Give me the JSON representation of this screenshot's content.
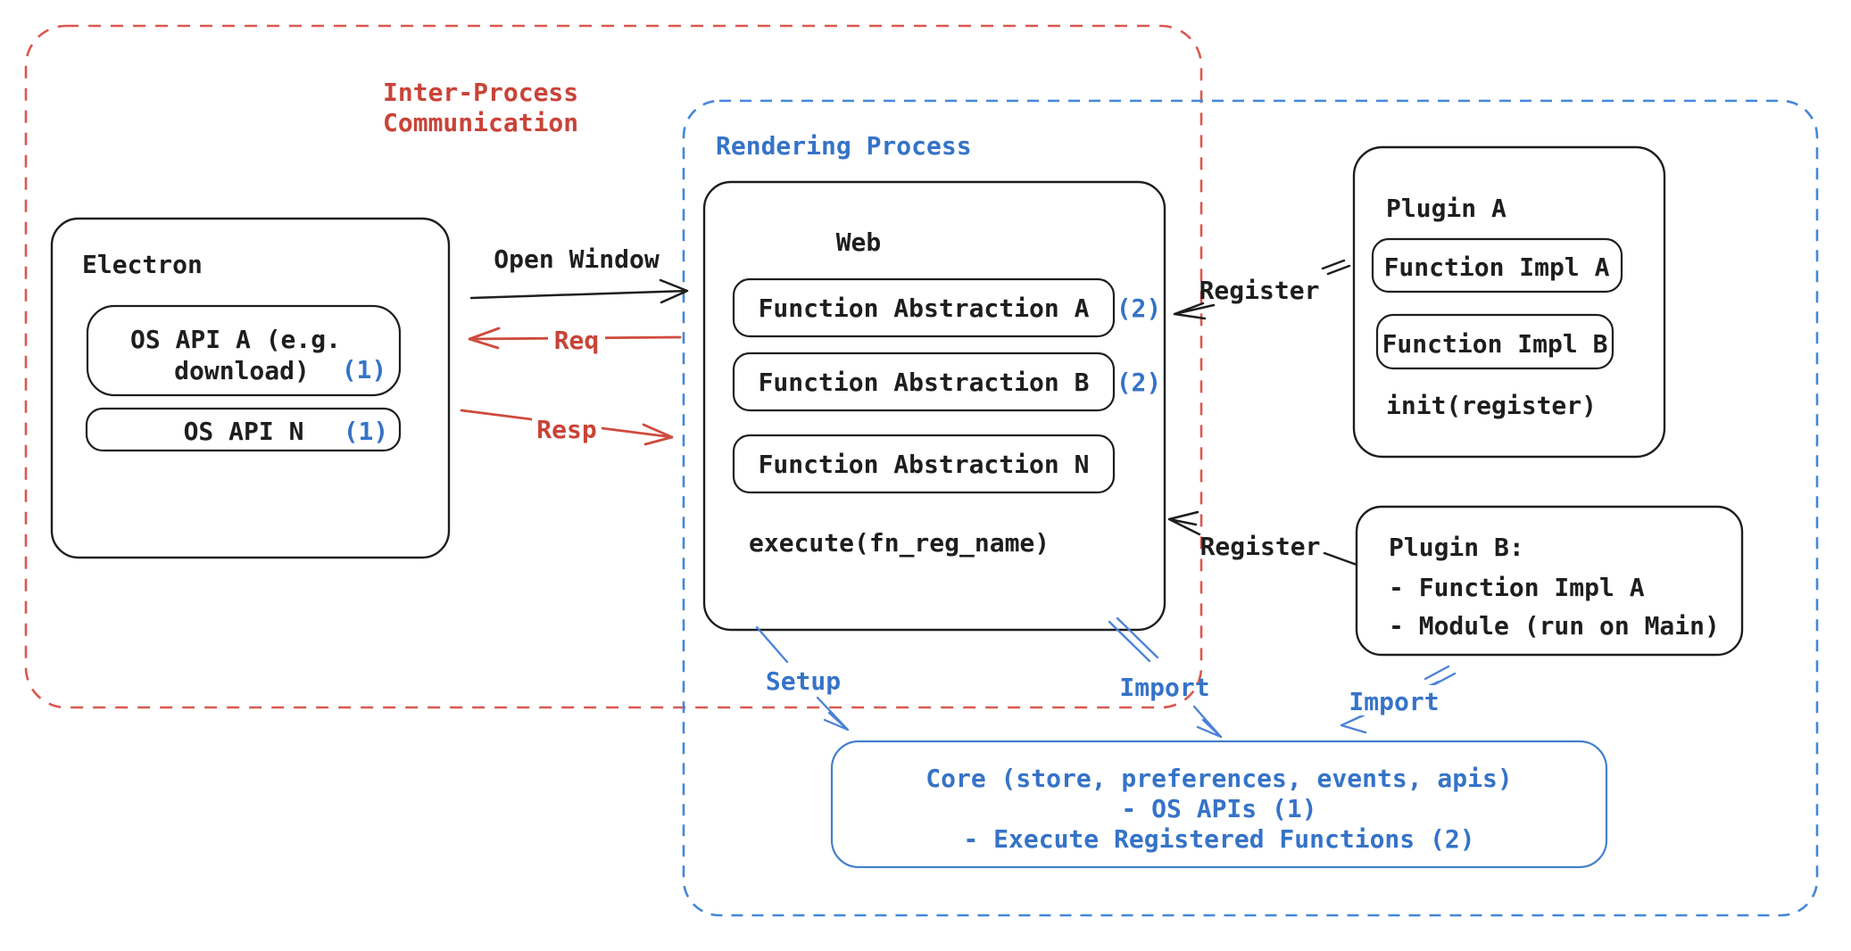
{
  "regions": {
    "ipc": {
      "title_line1": "Inter-Process",
      "title_line2": "Communication"
    },
    "rendering": {
      "title": "Rendering Process"
    }
  },
  "electron": {
    "title": "Electron",
    "os_api_a_line1": "OS API A (e.g.",
    "os_api_a_line2": "download)",
    "os_api_a_ref": "(1)",
    "os_api_n_label": "OS API N",
    "os_api_n_ref": "(1)"
  },
  "web": {
    "title": "Web",
    "fn_a_label": "Function Abstraction A",
    "fn_a_ref": "(2)",
    "fn_b_label": "Function Abstraction B",
    "fn_b_ref": "(2)",
    "fn_n_label": "Function Abstraction N",
    "execute_label": "execute(fn_reg_name)"
  },
  "plugin_a": {
    "title": "Plugin A",
    "impl_a_label": "Function Impl A",
    "impl_b_label": "Function Impl B",
    "init_label": "init(register)"
  },
  "plugin_b": {
    "title": "Plugin B:",
    "item_1": "- Function Impl A",
    "item_2": "- Module (run on Main)"
  },
  "core": {
    "line1": "Core (store, preferences, events, apis)",
    "line2": "- OS APIs (1)",
    "line3": "- Execute Registered Functions (2)"
  },
  "arrows": {
    "open_window": "Open Window",
    "req": "Req",
    "resp": "Resp",
    "register_top": "Register",
    "register_bottom": "Register",
    "setup": "Setup",
    "import_web": "Import",
    "import_plugin": "Import"
  },
  "colors": {
    "ink": "#1e1e1e",
    "red": "#c94338",
    "red_dashed": "#da5850",
    "blue": "#3573c8",
    "blue_dashed": "#4487d9",
    "core_stroke": "#4480cc",
    "background": "#ffffff"
  }
}
